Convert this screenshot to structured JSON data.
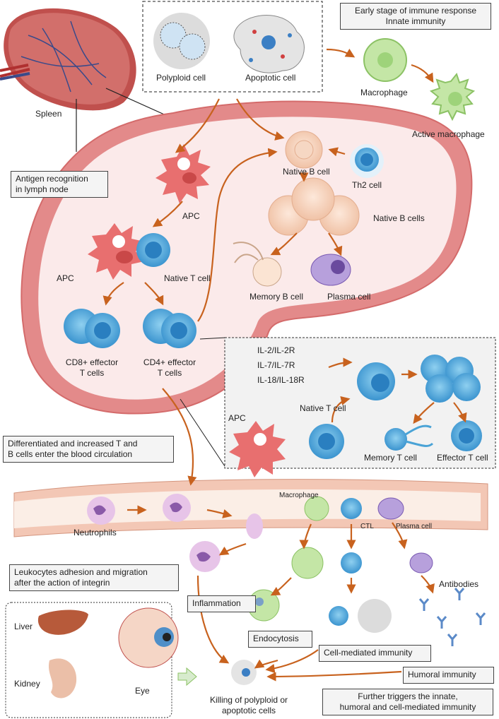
{
  "labels": {
    "spleen": "Spleen",
    "polyploid_cell": "Polyploid cell",
    "apoptotic_cell": "Apoptotic cell",
    "macrophage_top": "Macrophage",
    "active_macrophage": "Active macrophage",
    "native_b_cell": "Native B cell",
    "th2_cell": "Th2 cell",
    "native_b_cells": "Native B cells",
    "apc_top": "APC",
    "apc_left": "APC",
    "native_t_cell": "Native T cell",
    "memory_b_cell": "Memory B cell",
    "plasma_cell": "Plasma cell",
    "cd8_line1": "CD8+ effector",
    "cd8_line2": "T cells",
    "cd4_line1": "CD4+ effector",
    "cd4_line2": "T cells",
    "il2": "IL-2/IL-2R",
    "il7": "IL-7/IL-7R",
    "il18": "IL-18/IL-18R",
    "apc_inset": "APC",
    "native_t_cell_inset": "Native T cell",
    "memory_t_cell": "Memory T cell",
    "effector_t_cell": "Effector T cell",
    "neutrophils": "Neutrophils",
    "macrophage_vessel": "Macrophage",
    "ctl": "CTL",
    "plasma_cell_vessel": "Plasma cell",
    "antibodies": "Antibodies",
    "liver": "Liver",
    "kidney": "Kidney",
    "eye": "Eye",
    "killing_line1": "Killing of polyploid or",
    "killing_line2": "apoptotic cells"
  },
  "boxes": {
    "early_stage_line1": "Early stage of immune response",
    "early_stage_line2": "Innate immunity",
    "antigen_line1": "Antigen recognition",
    "antigen_line2": "in lymph node",
    "differentiated_line1": "Differentiated and increased T and",
    "differentiated_line2": "B cells enter the blood circulation",
    "leukocytes_line1": "Leukocytes adhesion and migration",
    "leukocytes_line2": "after the action of integrin",
    "inflammation": "Inflammation",
    "endocytosis": "Endocytosis",
    "cell_mediated": "Cell-mediated immunity",
    "humoral": "Humoral immunity",
    "further_line1": "Further triggers the innate,",
    "further_line2": "humoral and cell-mediated immunity"
  },
  "colors": {
    "arrow": "#c8621e",
    "lymph_outer": "#e07b7b",
    "lymph_inner": "#fbeaea",
    "t_cell": "#4aa3d6",
    "b_cell": "#f3cdb6",
    "apc": "#e86f6f",
    "macrophage": "#c4e6a6",
    "plasma": "#8a6bb8",
    "vessel": "#f3c7b5"
  }
}
